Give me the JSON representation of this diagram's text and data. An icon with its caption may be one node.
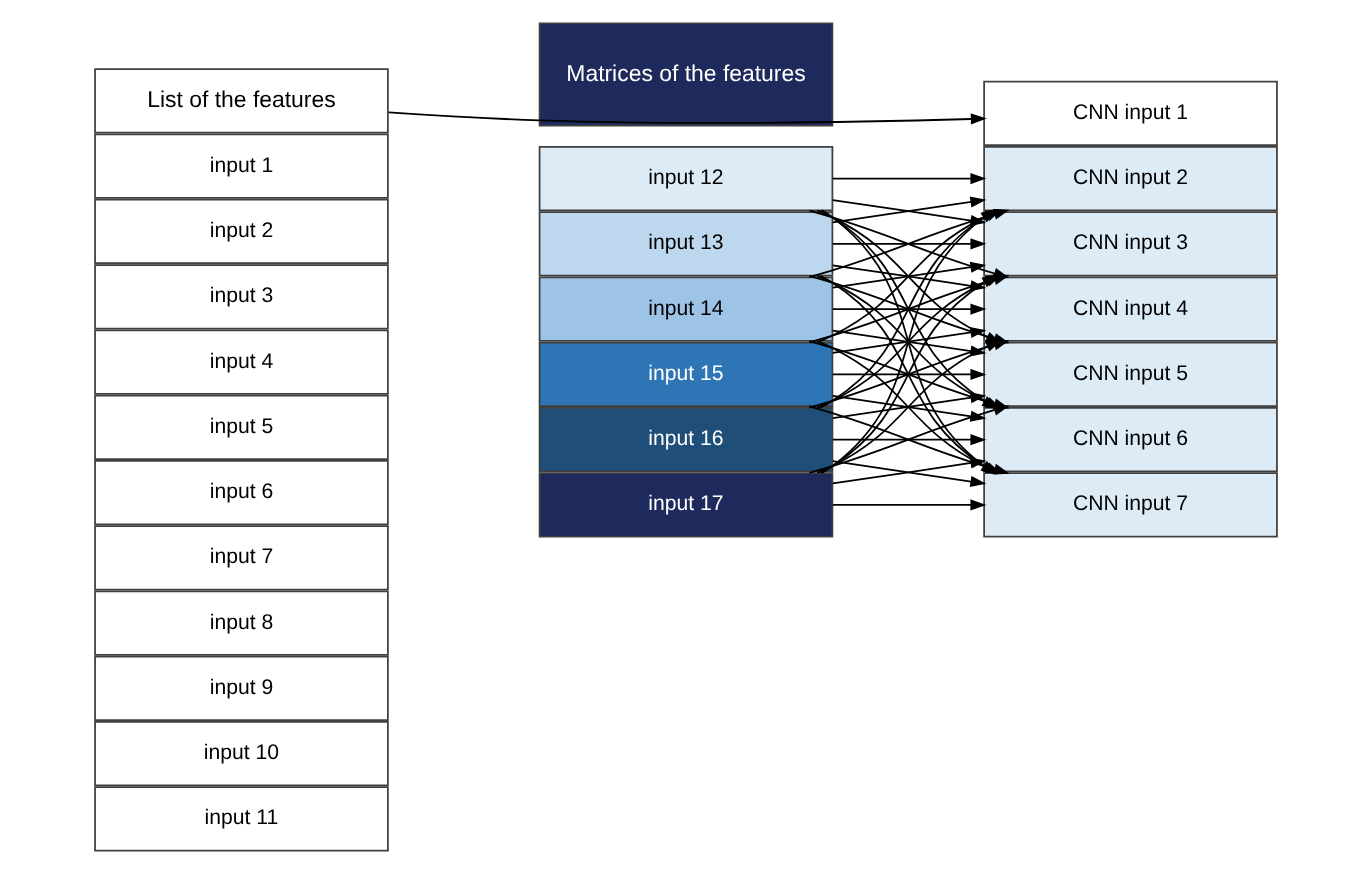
{
  "diagram": {
    "nodes": [
      {
        "text": [
          "List of the features"
        ]
      },
      {
        "text": [
          "input 1"
        ]
      },
      {
        "text": [
          "input 2"
        ]
      },
      {
        "text": [
          "input 3"
        ]
      },
      {
        "text": [
          "input 4"
        ]
      },
      {
        "text": [
          "input 5"
        ]
      },
      {
        "text": [
          "input 6"
        ]
      },
      {
        "text": [
          "input 7"
        ]
      },
      {
        "text": [
          "input 8"
        ]
      },
      {
        "text": [
          "input 9"
        ]
      },
      {
        "text": [
          "input 10"
        ]
      },
      {
        "text": [
          "input 11"
        ]
      },
      {
        "text": [
          "Matrices of the features"
        ]
      },
      {
        "text": [
          "input 12"
        ]
      },
      {
        "text": [
          "input 13"
        ]
      },
      {
        "text": [
          "input 14"
        ]
      },
      {
        "text": [
          "input 15"
        ]
      },
      {
        "text": [
          "input 16"
        ]
      },
      {
        "text": [
          "input 17"
        ]
      },
      {
        "text": [
          "CNN input 1"
        ]
      },
      {
        "text": [
          "CNN input 2"
        ]
      },
      {
        "text": [
          "CNN input 3"
        ]
      },
      {
        "text": [
          "CNN input 4"
        ]
      },
      {
        "text": [
          "CNN input 5"
        ]
      },
      {
        "text": [
          "CNN input 6"
        ]
      },
      {
        "text": [
          "CNN input 7"
        ]
      }
    ],
    "edges": [
      {
        "from": 0,
        "to": 19,
        "arrow": "to"
      },
      {
        "from": 13,
        "to": 20,
        "arrow": "to"
      },
      {
        "from": 13,
        "to": 21,
        "arrow": "to"
      },
      {
        "from": 13,
        "to": 22,
        "arrow": "to"
      },
      {
        "from": 13,
        "to": 23,
        "arrow": "to"
      },
      {
        "from": 13,
        "to": 24,
        "arrow": "to"
      },
      {
        "from": 13,
        "to": 25,
        "arrow": "to"
      },
      {
        "from": 14,
        "to": 20,
        "arrow": "to"
      },
      {
        "from": 14,
        "to": 21,
        "arrow": "to"
      },
      {
        "from": 14,
        "to": 22,
        "arrow": "to"
      },
      {
        "from": 14,
        "to": 23,
        "arrow": "to"
      },
      {
        "from": 14,
        "to": 24,
        "arrow": "to"
      },
      {
        "from": 14,
        "to": 25,
        "arrow": "to"
      },
      {
        "from": 15,
        "to": 20,
        "arrow": "to"
      },
      {
        "from": 15,
        "to": 21,
        "arrow": "to"
      },
      {
        "from": 15,
        "to": 22,
        "arrow": "to"
      },
      {
        "from": 15,
        "to": 23,
        "arrow": "to"
      },
      {
        "from": 15,
        "to": 24,
        "arrow": "to"
      },
      {
        "from": 15,
        "to": 25,
        "arrow": "to"
      },
      {
        "from": 16,
        "to": 20,
        "arrow": "to"
      },
      {
        "from": 16,
        "to": 21,
        "arrow": "to"
      },
      {
        "from": 16,
        "to": 22,
        "arrow": "to"
      },
      {
        "from": 16,
        "to": 23,
        "arrow": "to"
      },
      {
        "from": 16,
        "to": 24,
        "arrow": "to"
      },
      {
        "from": 16,
        "to": 25,
        "arrow": "to"
      },
      {
        "from": 17,
        "to": 20,
        "arrow": "to"
      },
      {
        "from": 17,
        "to": 21,
        "arrow": "to"
      },
      {
        "from": 17,
        "to": 22,
        "arrow": "to"
      },
      {
        "from": 17,
        "to": 23,
        "arrow": "to"
      },
      {
        "from": 17,
        "to": 24,
        "arrow": "to"
      },
      {
        "from": 17,
        "to": 25,
        "arrow": "to"
      },
      {
        "from": 18,
        "to": 20,
        "arrow": "to"
      },
      {
        "from": 18,
        "to": 21,
        "arrow": "to"
      },
      {
        "from": 18,
        "to": 22,
        "arrow": "to"
      },
      {
        "from": 18,
        "to": 23,
        "arrow": "to"
      },
      {
        "from": 18,
        "to": 24,
        "arrow": "to"
      },
      {
        "from": 18,
        "to": 25,
        "arrow": "to"
      }
    ]
  }
}
